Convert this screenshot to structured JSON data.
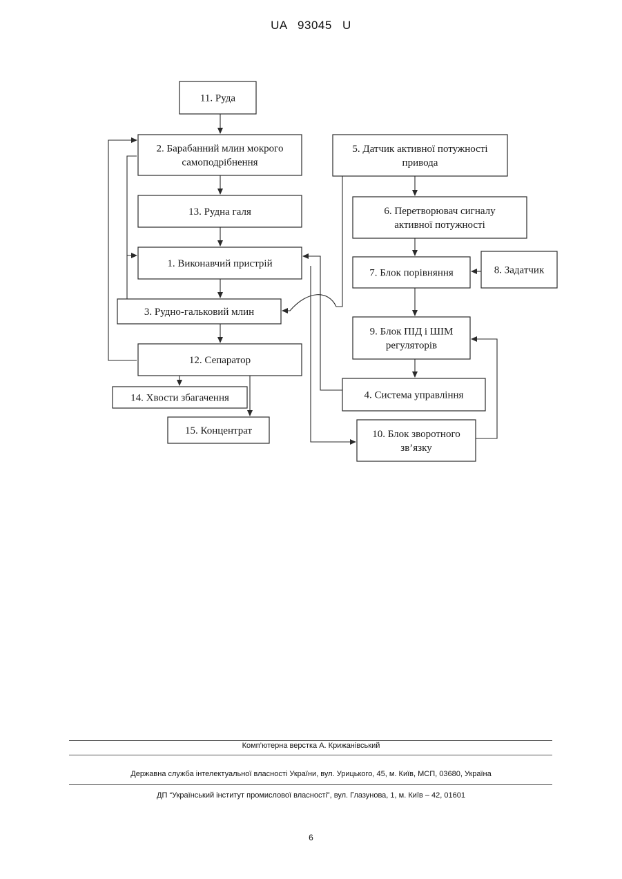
{
  "header": {
    "patent_id": "UA   93045   U"
  },
  "diagram": {
    "nodes": [
      {
        "id": "n11",
        "lines": [
          "11. Руда"
        ]
      },
      {
        "id": "n2",
        "lines": [
          "2. Барабанний млин мокрого",
          "самоподрібнення"
        ]
      },
      {
        "id": "n13",
        "lines": [
          "13. Рудна галя"
        ]
      },
      {
        "id": "n1",
        "lines": [
          "1. Виконавчий пристрій"
        ]
      },
      {
        "id": "n3",
        "lines": [
          "3. Рудно-гальковий млин"
        ]
      },
      {
        "id": "n12",
        "lines": [
          "12. Сепаратор"
        ]
      },
      {
        "id": "n14",
        "lines": [
          "14. Хвости збагачення"
        ]
      },
      {
        "id": "n15",
        "lines": [
          "15. Концентрат"
        ]
      },
      {
        "id": "n5",
        "lines": [
          "5. Датчик активної потужності",
          "привода"
        ]
      },
      {
        "id": "n6",
        "lines": [
          "6. Перетворювач сигналу",
          "активної потужності"
        ]
      },
      {
        "id": "n7",
        "lines": [
          "7. Блок порівняння"
        ]
      },
      {
        "id": "n8",
        "lines": [
          "8. Задатчик"
        ]
      },
      {
        "id": "n9",
        "lines": [
          "9. Блок ПІД і ШІМ",
          "регуляторів"
        ]
      },
      {
        "id": "n4",
        "lines": [
          "4. Система управління"
        ]
      },
      {
        "id": "n10",
        "lines": [
          "10. Блок зворотного",
          "зв’язку"
        ]
      }
    ],
    "edges": [
      {
        "from": "n11",
        "to": "n2"
      },
      {
        "from": "n2",
        "to": "n13"
      },
      {
        "from": "n13",
        "to": "n1"
      },
      {
        "from": "n1",
        "to": "n3"
      },
      {
        "from": "n3",
        "to": "n12"
      },
      {
        "from": "n3",
        "to": "n2"
      },
      {
        "from": "n12",
        "to": "n2"
      },
      {
        "from": "n12",
        "to": "n14"
      },
      {
        "from": "n12",
        "to": "n15"
      },
      {
        "from": "n5",
        "to": "n6"
      },
      {
        "from": "n5",
        "to": "n3"
      },
      {
        "from": "n6",
        "to": "n7"
      },
      {
        "from": "n8",
        "to": "n7"
      },
      {
        "from": "n7",
        "to": "n9"
      },
      {
        "from": "n9",
        "to": "n4"
      },
      {
        "from": "n4",
        "to": "n1"
      },
      {
        "from": "n1",
        "to": "n10"
      },
      {
        "from": "n10",
        "to": "n9"
      }
    ]
  },
  "footer": {
    "layout_credit": "Комп’ютерна верстка А. Крижанівський",
    "office_line": "Державна служба інтелектуальної власності України, вул. Урицького, 45, м. Київ, МСП, 03680, Україна",
    "institute_line": "ДП “Український інститут промислової власності”, вул. Глазунова, 1, м. Київ – 42, 01601",
    "page_number": "6"
  }
}
